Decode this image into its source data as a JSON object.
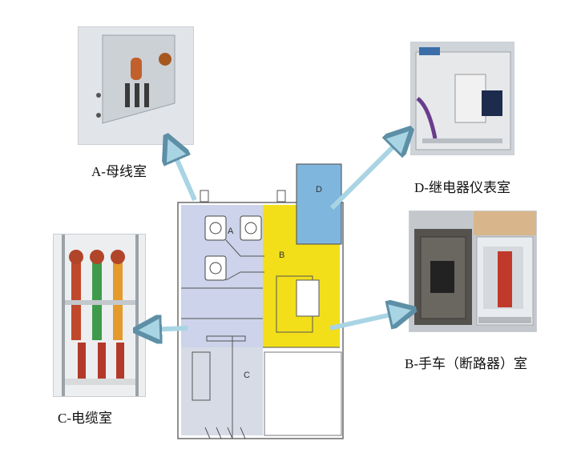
{
  "captions": {
    "busbar": "A-母线室",
    "relay": "D-继电器仪表室",
    "cable": "C-电缆室",
    "breaker": "B-手车（断路器）室"
  },
  "zones": {
    "a": "A",
    "b": "B",
    "c": "C",
    "d": "D"
  },
  "colors": {
    "arrow": "#a9d4e4",
    "arrow_stroke": "#5d8fa6",
    "busbar_zone": "#ccd3ea",
    "breaker_zone": "#f2df1a",
    "relay_zone": "#7fb6dd",
    "cable_zone": "#d7dbe6"
  }
}
